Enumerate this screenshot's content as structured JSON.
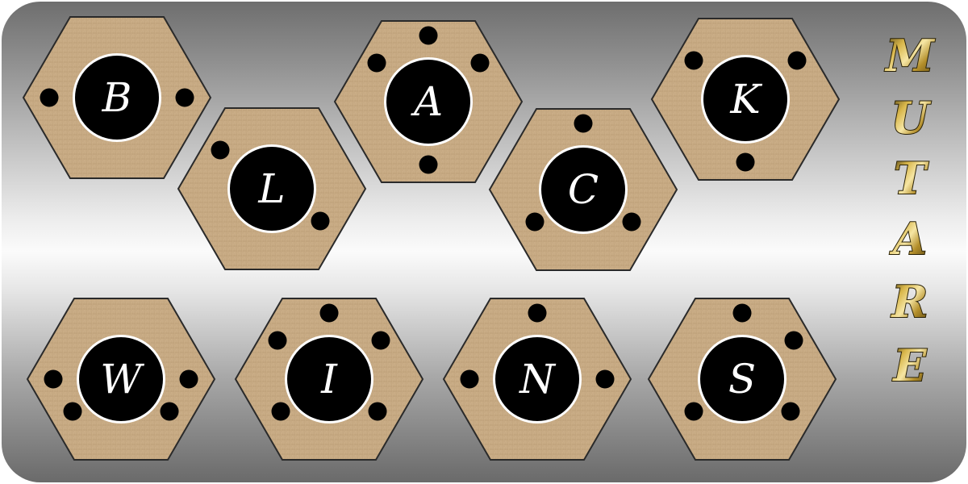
{
  "game": {
    "title_letters": [
      "M",
      "U",
      "T",
      "A",
      "R",
      "E"
    ],
    "colors": {
      "tile_wood": "#c9ac86",
      "tile_border": "#2a2a2a",
      "disc": "#000000",
      "disc_ring": "#ffffff",
      "peg": "#000000",
      "title_gold": "#c8a23a"
    },
    "tiles": [
      {
        "letter": "B",
        "pegs": [
          "W",
          "E"
        ]
      },
      {
        "letter": "L",
        "pegs": [
          "NW",
          "SE"
        ]
      },
      {
        "letter": "A",
        "pegs": [
          "NW",
          "N",
          "NE",
          "S"
        ]
      },
      {
        "letter": "C",
        "pegs": [
          "N",
          "SW",
          "SE"
        ]
      },
      {
        "letter": "K",
        "pegs": [
          "NW",
          "NE",
          "S"
        ]
      },
      {
        "letter": "W",
        "pegs": [
          "W",
          "E",
          "SW",
          "SE"
        ]
      },
      {
        "letter": "I",
        "pegs": [
          "N",
          "NW",
          "NE",
          "SW",
          "SE"
        ]
      },
      {
        "letter": "N",
        "pegs": [
          "N",
          "W",
          "E"
        ]
      },
      {
        "letter": "S",
        "pegs": [
          "N",
          "NE",
          "SW",
          "SE"
        ]
      }
    ]
  }
}
